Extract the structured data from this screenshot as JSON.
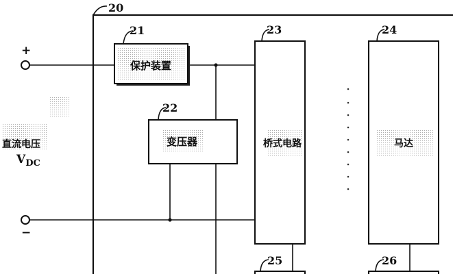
{
  "labels": {
    "plus": "+",
    "minus": "−",
    "dc_voltage": "直流电压",
    "vdc_main": "V",
    "vdc_sub": "DC"
  },
  "blocks": {
    "system": {
      "ref": "20"
    },
    "protection": {
      "ref": "21",
      "label": "保护装置"
    },
    "transformer": {
      "ref": "22",
      "label": "变压器"
    },
    "bridge": {
      "ref": "23",
      "label": "桥式电路"
    },
    "motor": {
      "ref": "24",
      "label": "马达"
    },
    "block_25": {
      "ref": "25"
    },
    "block_26": {
      "ref": "26"
    }
  }
}
